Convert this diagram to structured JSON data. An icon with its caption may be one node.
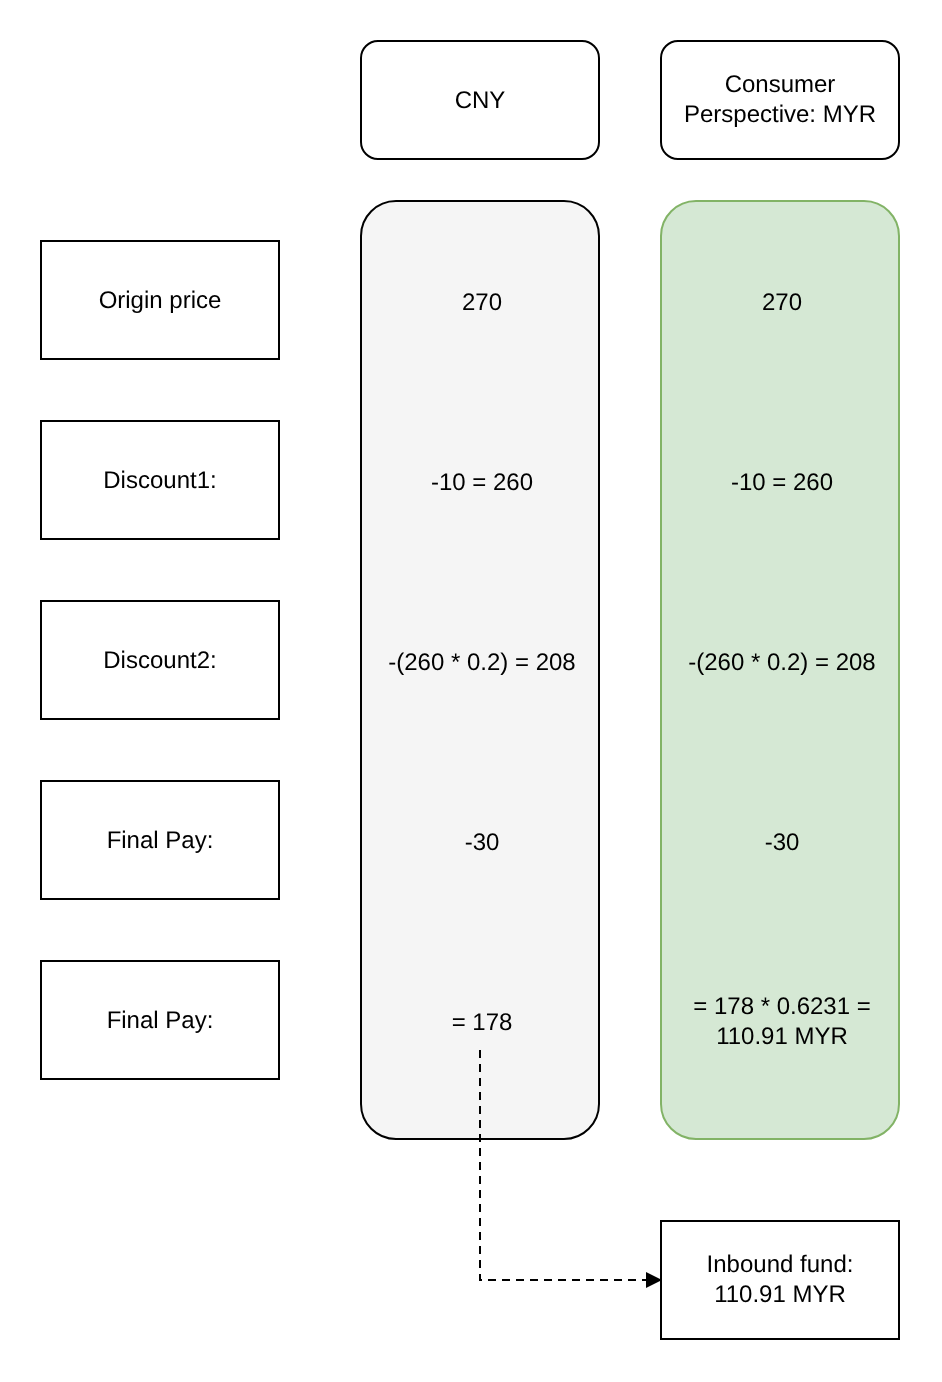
{
  "diagram": {
    "nodes": [
      {
        "text": [
          "CNY"
        ]
      },
      {
        "text": [
          "Consumer Perspective: MYR"
        ]
      },
      {
        "text": [
          "Origin price"
        ]
      },
      {
        "text": [
          "Discount1:"
        ]
      },
      {
        "text": [
          "Discount2:"
        ]
      },
      {
        "text": [
          "Final Pay:"
        ]
      },
      {
        "text": [
          "Final Pay:"
        ]
      },
      {
        "text": [],
        "shape": "box"
      },
      {
        "text": [
          "270"
        ],
        "in": 7
      },
      {
        "text": [
          "-10 = 260"
        ],
        "in": 7
      },
      {
        "text": [
          "-(260 * 0.2) = 208"
        ],
        "in": 7
      },
      {
        "text": [
          "-30"
        ],
        "in": 7
      },
      {
        "text": [
          "= 178"
        ],
        "in": 7
      },
      {
        "text": [],
        "shape": "box"
      },
      {
        "text": [
          "270"
        ],
        "in": 13
      },
      {
        "text": [
          "-10 = 260"
        ],
        "in": 13
      },
      {
        "text": [
          "-(260 * 0.2) = 208"
        ],
        "in": 13
      },
      {
        "text": [
          "-30"
        ],
        "in": 13
      },
      {
        "text": [
          "= 178 * 0.6231 = 110.91 MYR"
        ],
        "in": 13
      },
      {
        "text": [
          "Inbound fund: 110.91 MYR"
        ]
      }
    ],
    "edges": [
      {
        "from": 12,
        "to": 19,
        "arrow": "to",
        "style": "dashed"
      }
    ]
  }
}
